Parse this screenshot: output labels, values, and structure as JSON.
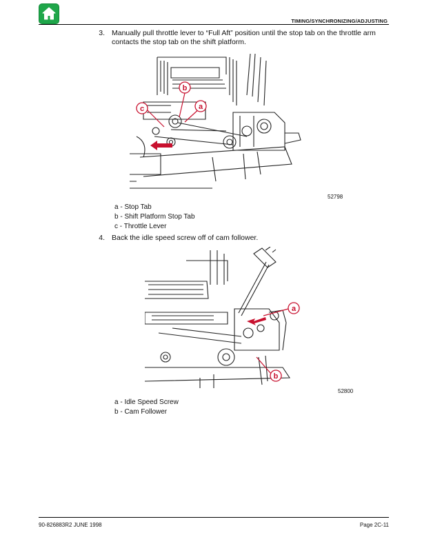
{
  "header": {
    "section_title": "TIMING/SYNCHRONIZING/ADJUSTING",
    "home_icon": "home-icon",
    "accent_color": "#1fa64a"
  },
  "steps": [
    {
      "number": "3.",
      "text": "Manually pull throttle lever to “Full Aft” position until the stop tab on the throttle arm contacts the stop tab on the shift platform."
    },
    {
      "number": "4.",
      "text": "Back the idle speed screw off of cam follower."
    }
  ],
  "figures": [
    {
      "figure_number": "52798",
      "callouts": [
        "a",
        "b",
        "c"
      ],
      "legend": [
        {
          "key": "a",
          "label": "Stop Tab"
        },
        {
          "key": "b",
          "label": "Shift Platform Stop Tab"
        },
        {
          "key": "c",
          "label": "Throttle Lever"
        }
      ]
    },
    {
      "figure_number": "52800",
      "callouts": [
        "a",
        "b"
      ],
      "legend": [
        {
          "key": "a",
          "label": "Idle Speed Screw"
        },
        {
          "key": "b",
          "label": "Cam Follower"
        }
      ]
    }
  ],
  "callout_color": "#c8102e",
  "footer": {
    "left": "90-826883R2   JUNE 1998",
    "right": "Page 2C-11"
  }
}
